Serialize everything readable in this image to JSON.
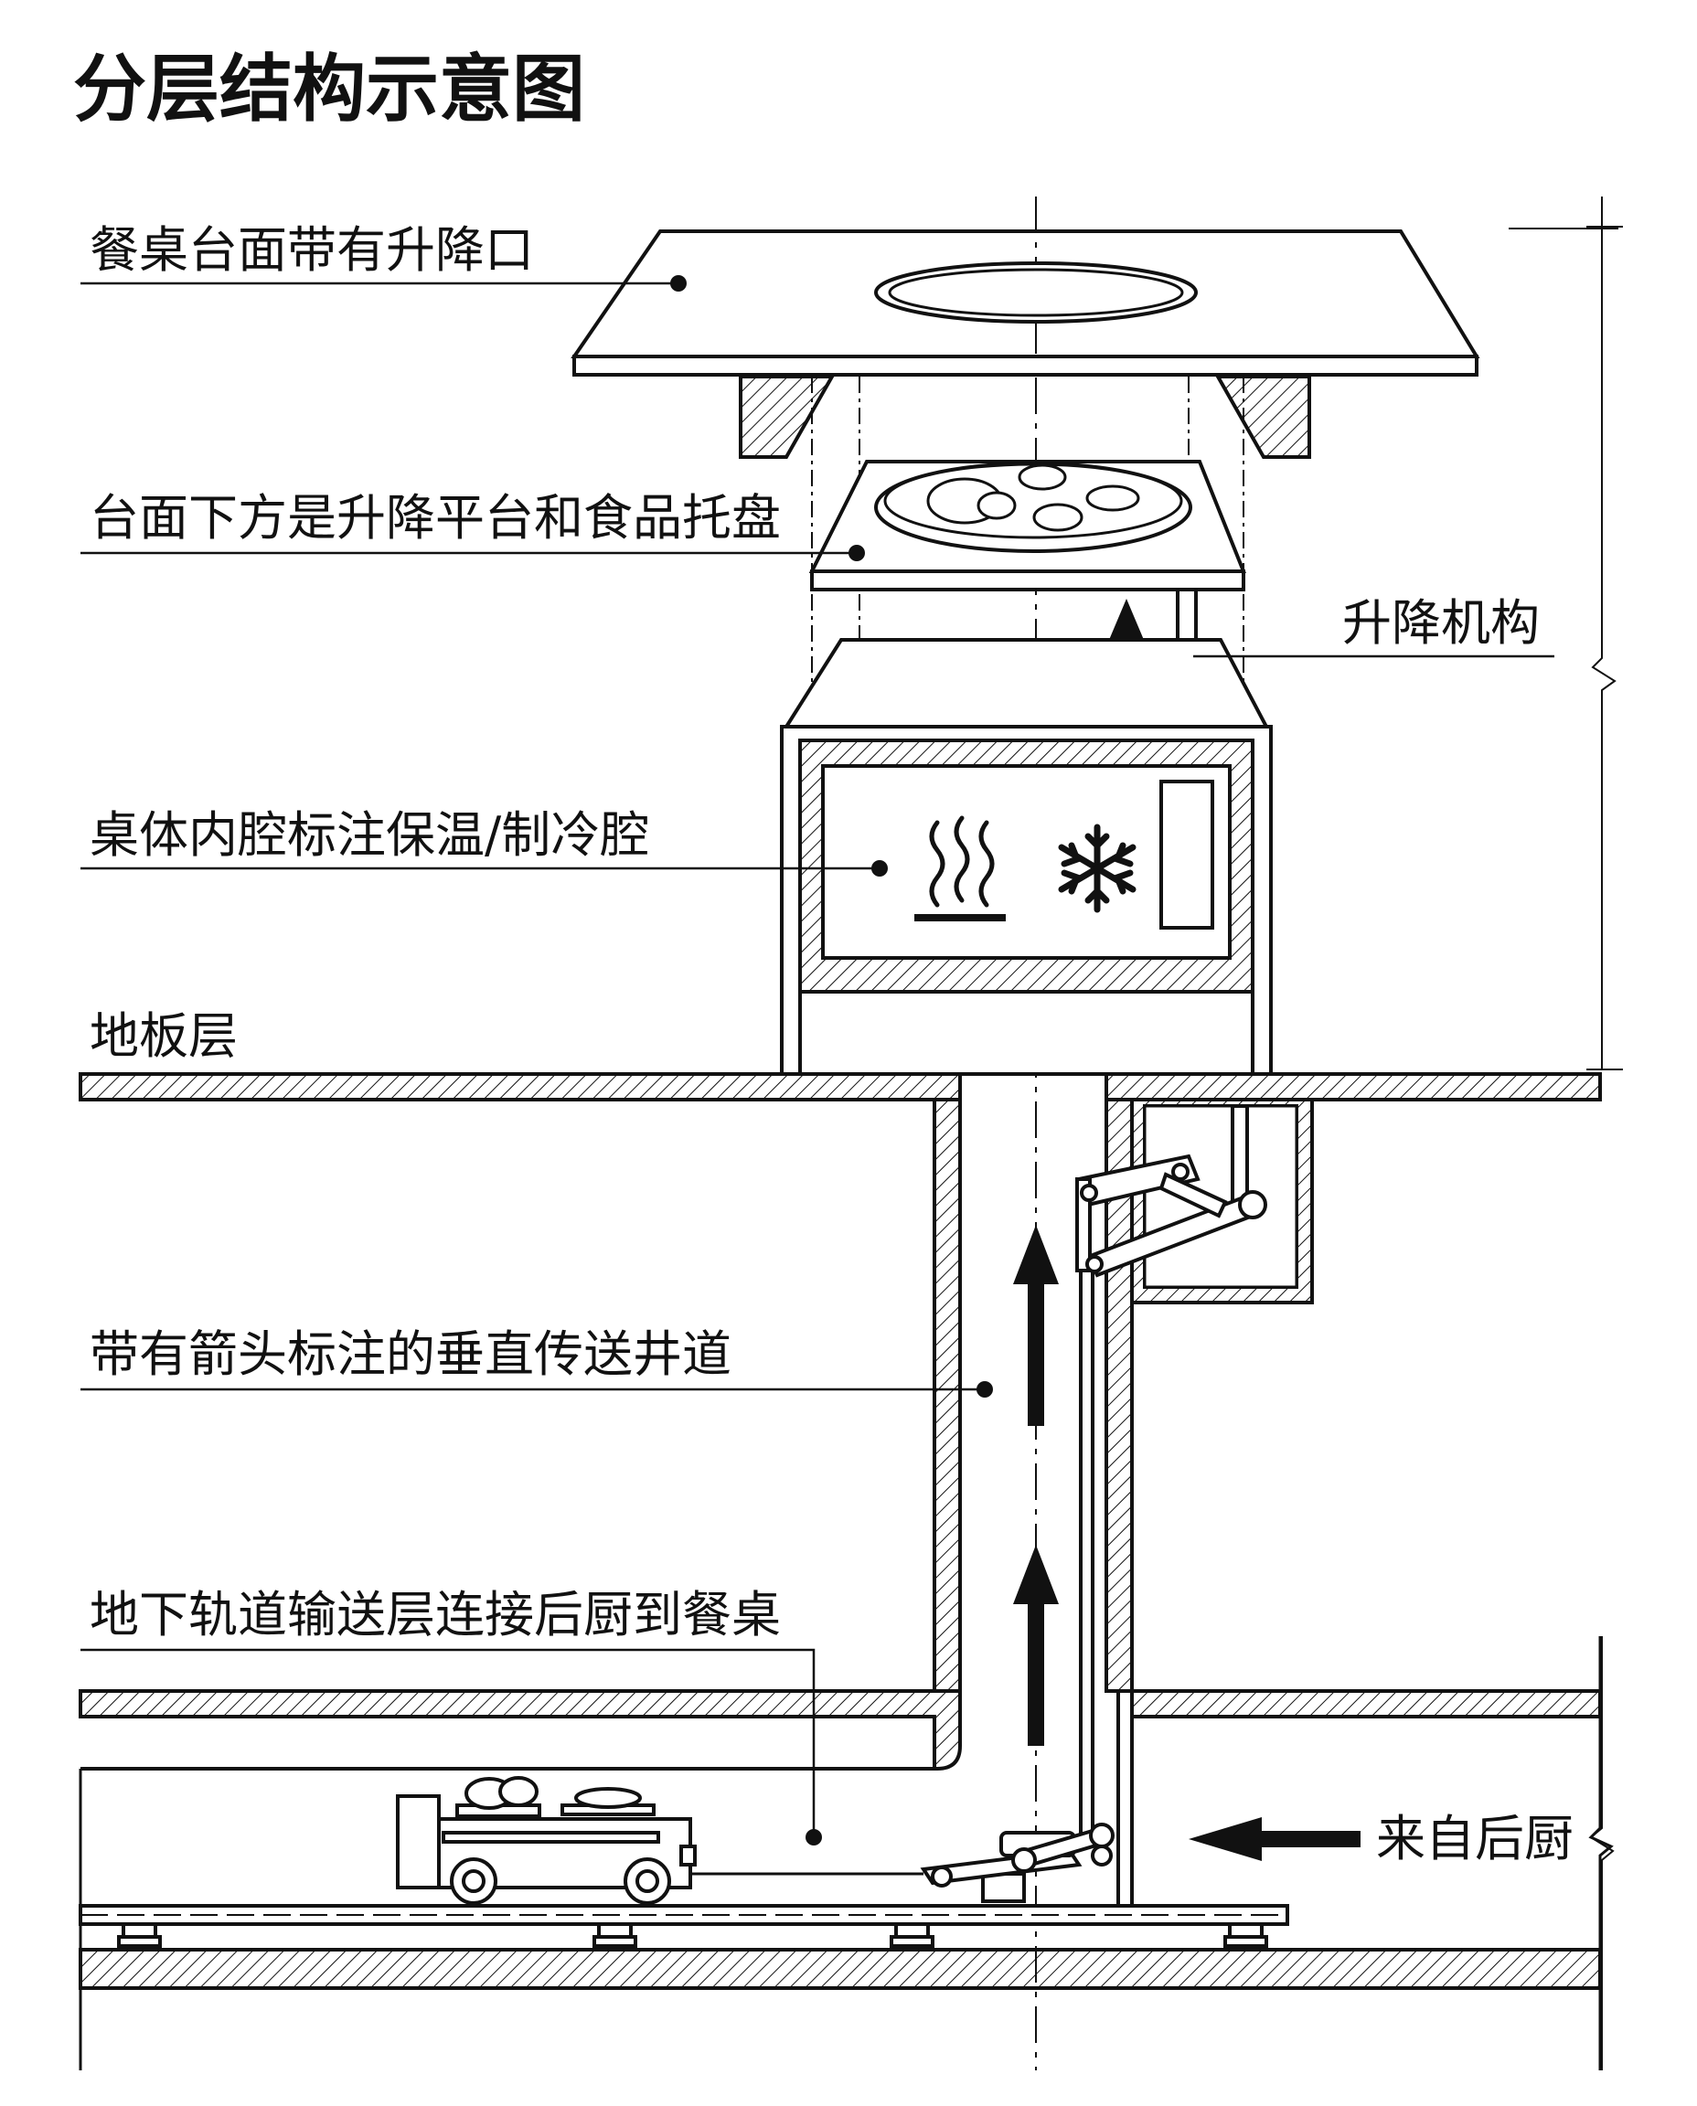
{
  "title": "分层结构示意图",
  "labels": {
    "tabletop": "餐桌台面带有升降口",
    "platform": "台面下方是升降平台和食品托盘",
    "lift": "升降机构",
    "cavity": "桌体内腔标注保温/制冷腔",
    "floor": "地板层",
    "shaft": "带有箭头标注的垂直传送井道",
    "track": "地下轨道输送层连接后厨到餐桌",
    "kitchen": "来自后厨"
  },
  "colors": {
    "ink": "#111111",
    "paper": "#ffffff"
  },
  "icons": [
    "heat-icon",
    "snowflake-icon",
    "up-arrow-icon",
    "left-arrow-icon"
  ]
}
